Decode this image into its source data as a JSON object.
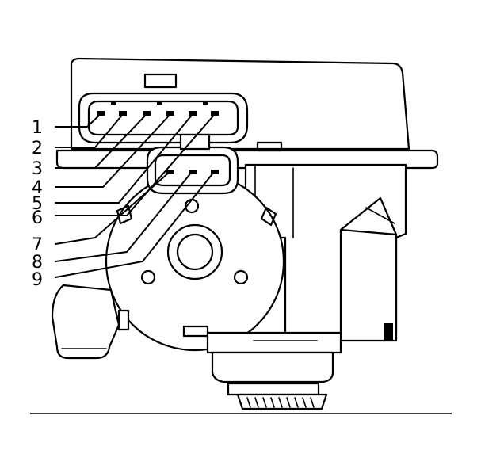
{
  "diagram": {
    "callouts": [
      {
        "number": "1"
      },
      {
        "number": "2"
      },
      {
        "number": "3"
      },
      {
        "number": "4"
      },
      {
        "number": "5"
      },
      {
        "number": "6"
      },
      {
        "number": "7"
      },
      {
        "number": "8"
      },
      {
        "number": "9"
      }
    ]
  }
}
